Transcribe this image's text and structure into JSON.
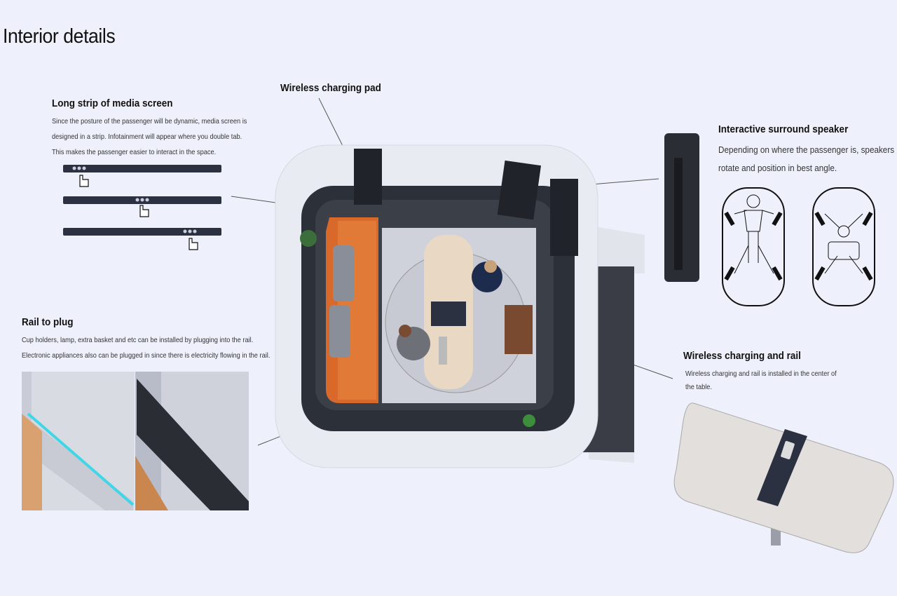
{
  "page": {
    "title": "Interior details"
  },
  "sections": {
    "media_screen": {
      "heading": "Long strip of media screen",
      "lines": [
        "Since the posture of the passenger will be dynamic,  media screen is",
        "designed in a strip. Infotainment will appear where you double tab.",
        "This makes the passenger easier to interact in the space."
      ]
    },
    "wireless_pad": {
      "heading": "Wireless charging pad"
    },
    "speaker": {
      "heading": "Interactive surround speaker",
      "lines": [
        "Depending on where the passenger is, speakers",
        "rotate and position in best angle."
      ]
    },
    "rail_plug": {
      "heading": "Rail to plug",
      "lines": [
        "Cup holders, lamp, extra basket and etc can be installed by plugging into the rail.",
        "Electronic appliances also can be plugged in since there is electricity flowing in the rail."
      ]
    },
    "charging_rail": {
      "heading": "Wireless charging and rail",
      "lines": [
        "Wireless charging and rail is installed in the center of",
        "the table."
      ]
    }
  },
  "colors": {
    "background": "#eef1fb",
    "accent_orange": "#d9692a",
    "rail_cyan": "#3fd6e6",
    "dark_panel": "#2b3140"
  }
}
